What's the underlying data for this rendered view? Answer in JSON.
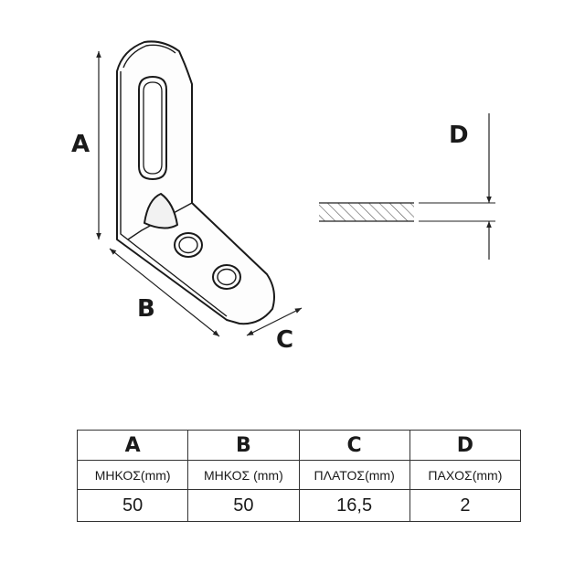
{
  "diagram": {
    "labels": {
      "a": "A",
      "b": "B",
      "c": "C",
      "d": "D"
    }
  },
  "table": {
    "columns": [
      {
        "letter": "A",
        "caption": "ΜΗΚΟΣ(mm)",
        "value": "50"
      },
      {
        "letter": "B",
        "caption": "ΜΗΚΟΣ (mm)",
        "value": "50"
      },
      {
        "letter": "C",
        "caption": "ΠΛΑΤΟΣ(mm)",
        "value": "16,5"
      },
      {
        "letter": "D",
        "caption": "ΠΑΧΟΣ(mm)",
        "value": "2"
      }
    ]
  }
}
